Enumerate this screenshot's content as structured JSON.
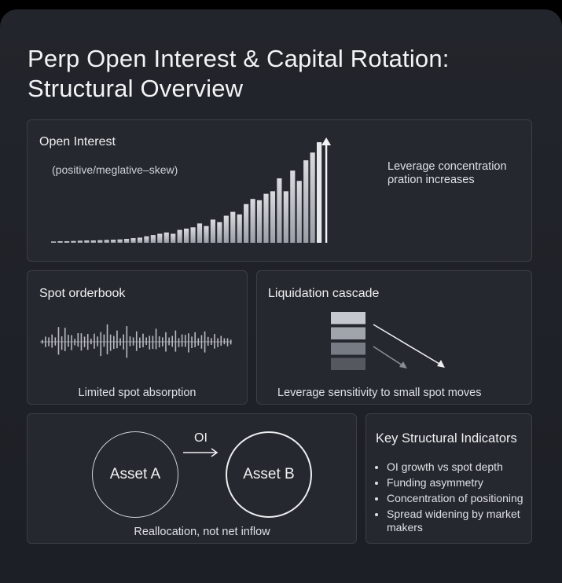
{
  "title": "Perp Open Interest & Capital Rotation: Structural Overview",
  "open_interest": {
    "heading": "Open Interest",
    "sublabel": "(positive/meglative–skew)",
    "side_note": "Leverage concentration ρration increases"
  },
  "spot_orderbook": {
    "heading": "Spot orderbook",
    "caption": "Limited spot absorption"
  },
  "liquidation_cascade": {
    "heading": "Liquidation cascade",
    "caption": "Leverage sensitivity to small spot moves"
  },
  "rotation": {
    "asset_a": "Asset A",
    "asset_b": "Asset B",
    "arrow_label": "OI",
    "caption": "Reallocation, not net inflow"
  },
  "indicators": {
    "heading": "Key Structural Indicators",
    "items": [
      "OI growth vs spot depth",
      "Funding asymmetry",
      "Concentration of positioning",
      "Spread widening by market makers"
    ]
  },
  "colors": {
    "background": "#1f2228",
    "panel": "#25282e",
    "panel_border": "#3b3f46",
    "bar_fill": "#c4c6cc",
    "text": "#eef0f2"
  },
  "chart_data": [
    {
      "type": "bar",
      "name": "open-interest-bars",
      "values": [
        0.5,
        0.6,
        0.6,
        0.7,
        0.8,
        0.9,
        0.9,
        1,
        1.1,
        1.2,
        1.3,
        1.5,
        1.8,
        2,
        2.5,
        3,
        3.5,
        4,
        3.5,
        5,
        5.5,
        6,
        7.5,
        6.5,
        9,
        8,
        10.5,
        12,
        11,
        15,
        17,
        16.5,
        19,
        20,
        25,
        20,
        28,
        24,
        32,
        35,
        39
      ],
      "highlighted_index": 40,
      "arrow_on_last": true
    },
    {
      "type": "bar",
      "name": "spot-orderbook-depth",
      "values": [
        0.15,
        0.35,
        0.25,
        0.6,
        0.3,
        0.85,
        0.45,
        0.95,
        0.4,
        0.55,
        0.2,
        0.5,
        0.7,
        0.35,
        0.45,
        0.25,
        0.55,
        0.3,
        0.8,
        0.5,
        1,
        0.6,
        0.4,
        0.65,
        0.3,
        0.5,
        0.9,
        0.45,
        0.3,
        0.6,
        0.35,
        0.55,
        0.25,
        0.5,
        0.4,
        0.75,
        0.45,
        0.3,
        0.55,
        0.35,
        0.4,
        0.65,
        0.3,
        0.5,
        0.4,
        0.7,
        0.35,
        0.55,
        0.3,
        0.45,
        0.6,
        0.4,
        0.25,
        0.45,
        0.3,
        0.4,
        0.2,
        0.3,
        0.15
      ]
    },
    {
      "type": "bar",
      "name": "liquidation-stack",
      "values": [
        4,
        3,
        2,
        1
      ],
      "fills": [
        "#c5c8ce",
        "#a0a4ab",
        "#777b83",
        "#55595f"
      ]
    }
  ]
}
